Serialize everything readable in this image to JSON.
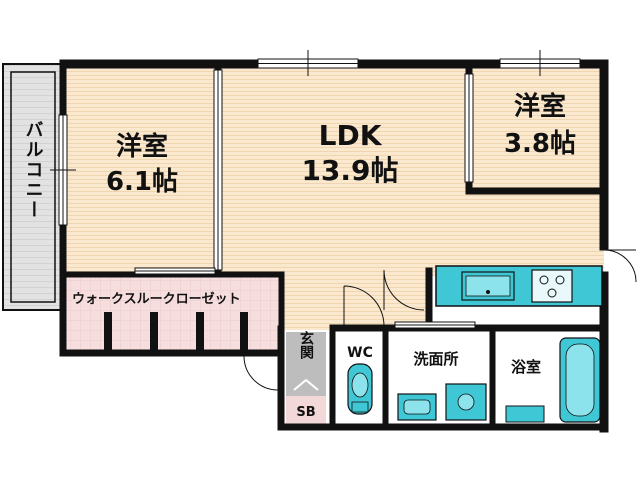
{
  "floor_plan": {
    "balcony": {
      "label": "バルコニー"
    },
    "western_room_left": {
      "name": "洋室",
      "size": "6.1帖"
    },
    "ldk": {
      "name": "LDK",
      "size": "13.9帖"
    },
    "western_room_right": {
      "name": "洋室",
      "size": "3.8帖"
    },
    "walk_through_closet": {
      "label": "ウォークスルークローゼット"
    },
    "entrance": {
      "label": "玄関"
    },
    "shoe_box": {
      "label": "SB"
    },
    "toilet": {
      "label": "WC"
    },
    "washroom": {
      "label": "洗面所"
    },
    "bathroom": {
      "label": "浴室"
    },
    "colors": {
      "wall": "#111111",
      "wood_floor": "#fbe9cf",
      "wood_grain": "#f0d8b6",
      "wet_floor": "#ffffff",
      "closet_floor": "#f6dede",
      "balcony_floor": "#dddddd",
      "fixture_cyan": "#3fc7d6",
      "entrance_floor": "#bdbdbd"
    }
  }
}
